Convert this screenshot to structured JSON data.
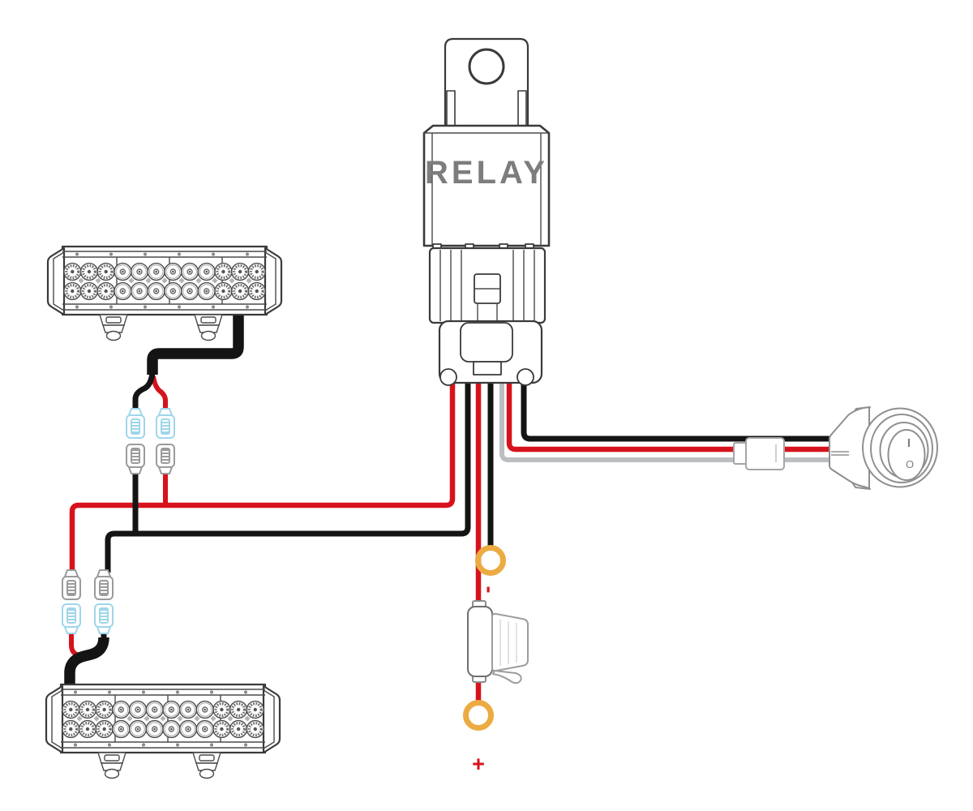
{
  "diagram": {
    "relay": {
      "label": "RELAY"
    },
    "battery": {
      "negative_label": "-",
      "positive_label": "+"
    },
    "switch": {
      "on_label": "I",
      "off_label": "O"
    },
    "components": {
      "relay": "relay",
      "relay_socket": "relay-socket",
      "light_bar_top": "led-light-bar",
      "light_bar_bottom": "led-light-bar",
      "rocker_switch": "rocker-switch",
      "inline_connector": "inline-connector",
      "fuse_holder": "fuse-holder",
      "ring_terminal_negative": "ring-terminal",
      "ring_terminal_positive": "ring-terminal"
    },
    "colors": {
      "wire_red": "#d6131c",
      "wire_black": "#141414",
      "wire_gray": "#bcbfc1",
      "ring_terminal": "#ecab41",
      "connector_blue": "#9ed6ea",
      "connector_gray": "#9b9b9b",
      "outline": "#3a3a3a",
      "relay_text": "#7d7d7d"
    },
    "lightbar": {
      "columns": 12,
      "rows": 2,
      "flood_columns": [
        0,
        1,
        2,
        9,
        10,
        11
      ],
      "start_x": 32.3,
      "spacing_x": 20.68,
      "row_y": [
        31,
        55
      ]
    }
  }
}
